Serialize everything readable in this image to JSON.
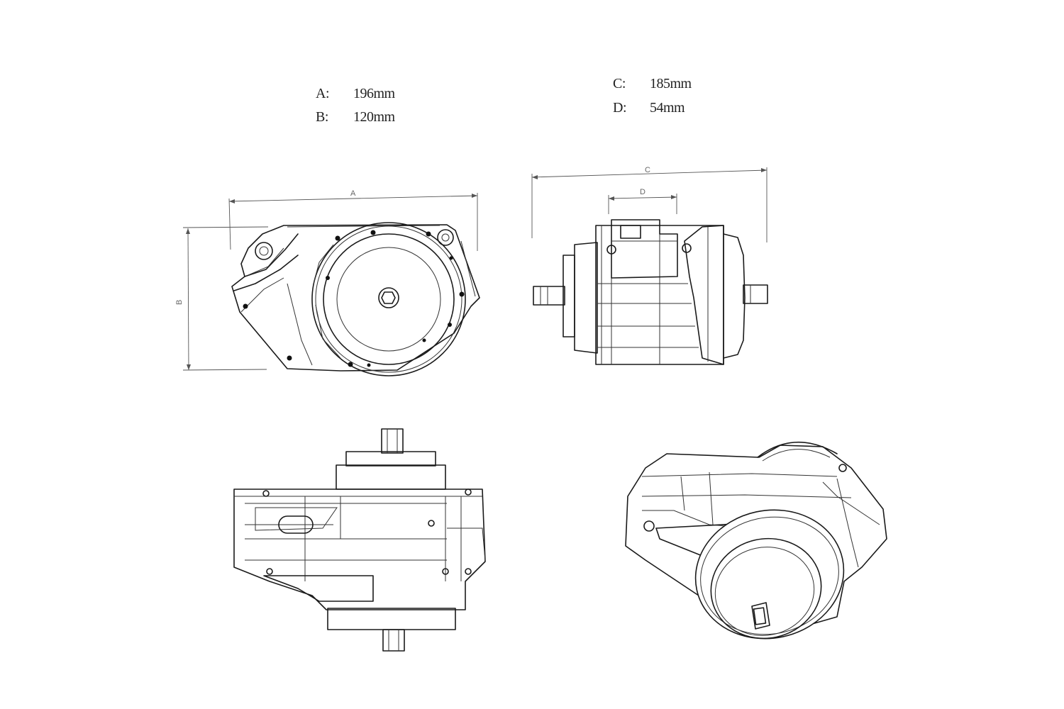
{
  "specs_left": [
    {
      "label": "A:",
      "value": "196mm"
    },
    {
      "label": "B:",
      "value": "120mm"
    }
  ],
  "specs_right": [
    {
      "label": "C:",
      "value": "185mm"
    },
    {
      "label": "D:",
      "value": "54mm"
    }
  ],
  "dimension_labels": {
    "a": "A",
    "b": "B",
    "c": "C",
    "d": "D"
  },
  "colors": {
    "line": "#1a1a1a",
    "dimension": "#555555",
    "background": "#ffffff"
  }
}
